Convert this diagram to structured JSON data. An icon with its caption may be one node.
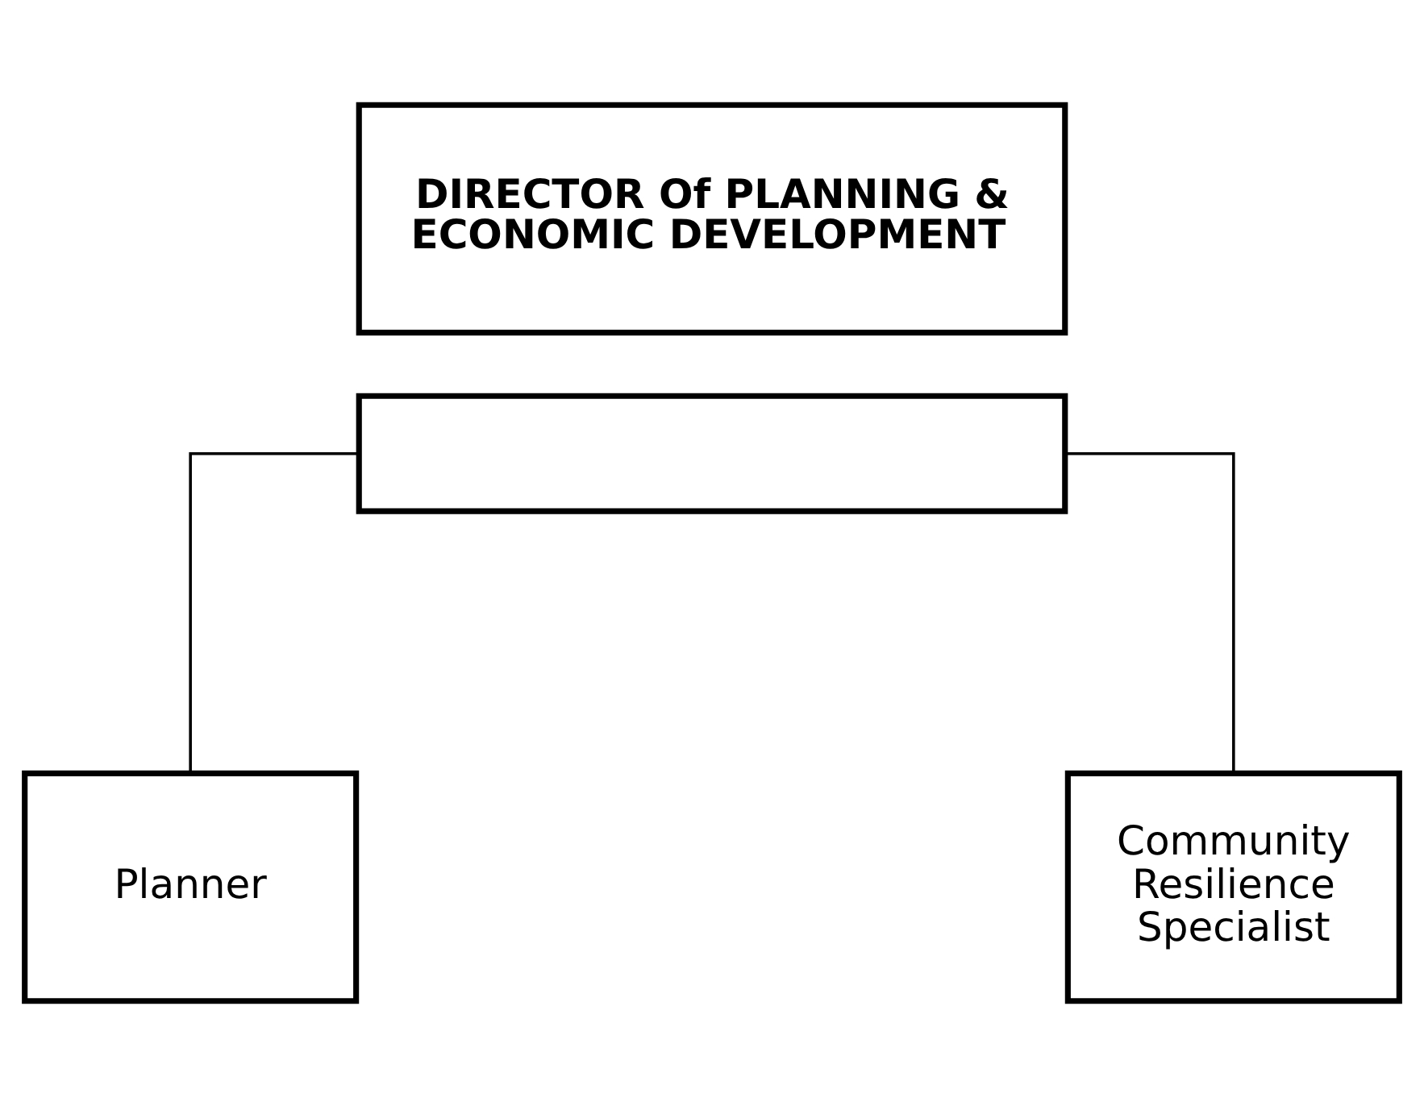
{
  "diagram": {
    "nodes": [
      {
        "text": [
          "DIRECTOR Of PLANNING & ECONOMIC DEVELOPMENT"
        ]
      },
      {
        "text": [],
        "shape": "box"
      },
      {
        "text": [
          "Planner"
        ]
      },
      {
        "text": [
          "Community Resilience Specialist"
        ]
      }
    ],
    "edges": [
      {
        "from": 1,
        "to": 2,
        "arrow": "none"
      },
      {
        "from": 1,
        "to": 3,
        "arrow": "none"
      }
    ]
  }
}
